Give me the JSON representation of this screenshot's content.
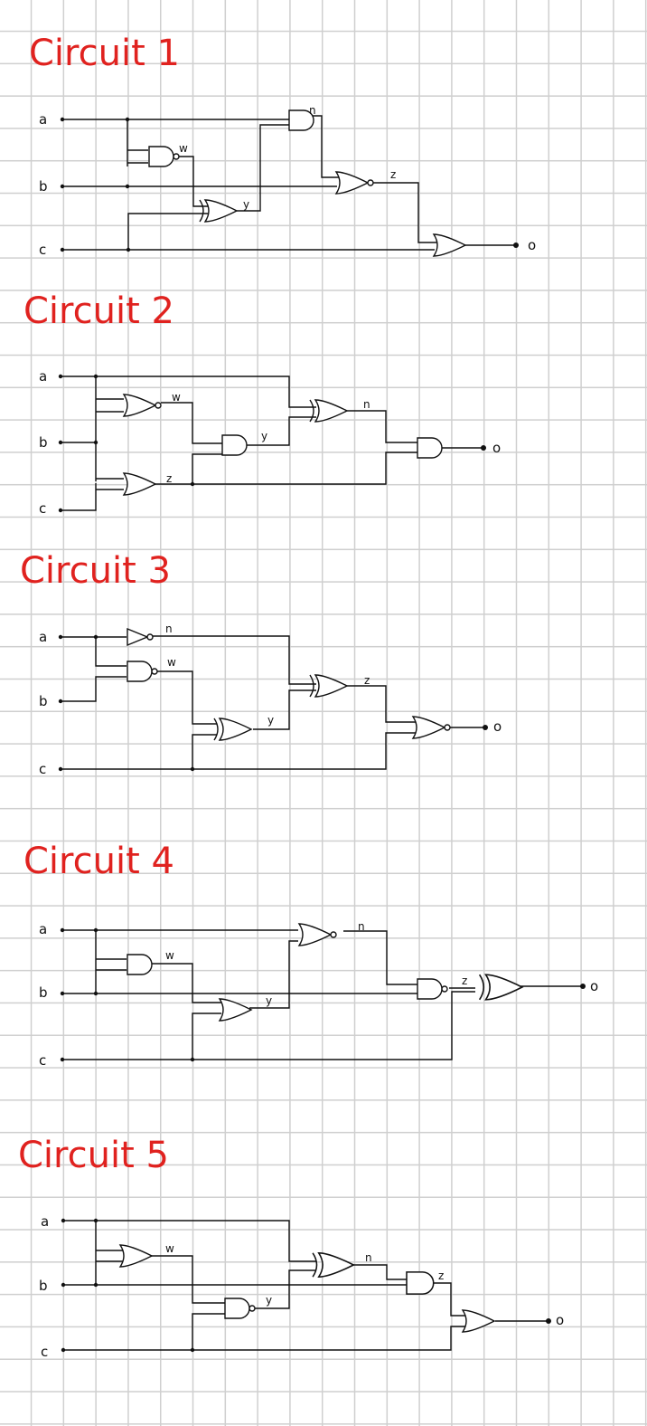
{
  "circuits": [
    {
      "title": "Circuit 1",
      "inputs": [
        "a",
        "b",
        "c"
      ],
      "output": "o",
      "gates": [
        {
          "type": "NAND",
          "out": "w"
        },
        {
          "type": "XOR",
          "out": "y"
        },
        {
          "type": "AND",
          "out": "n"
        },
        {
          "type": "NOR",
          "out": "z"
        },
        {
          "type": "OR",
          "out": "o"
        }
      ]
    },
    {
      "title": "Circuit 2",
      "inputs": [
        "a",
        "b",
        "c"
      ],
      "output": "o",
      "gates": [
        {
          "type": "NOR",
          "out": "w"
        },
        {
          "type": "OR",
          "out": "z"
        },
        {
          "type": "AND",
          "out": "y"
        },
        {
          "type": "XOR",
          "out": "n"
        },
        {
          "type": "AND",
          "out": "o"
        }
      ]
    },
    {
      "title": "Circuit 3",
      "inputs": [
        "a",
        "b",
        "c"
      ],
      "output": "o",
      "gates": [
        {
          "type": "NOT",
          "out": "n"
        },
        {
          "type": "NAND",
          "out": "w"
        },
        {
          "type": "XOR",
          "out": "y"
        },
        {
          "type": "XOR",
          "out": "z"
        },
        {
          "type": "NOR",
          "out": "o"
        }
      ]
    },
    {
      "title": "Circuit 4",
      "inputs": [
        "a",
        "b",
        "c"
      ],
      "output": "o",
      "gates": [
        {
          "type": "AND",
          "out": "w"
        },
        {
          "type": "NOR",
          "out": "n"
        },
        {
          "type": "OR",
          "out": "y"
        },
        {
          "type": "NAND",
          "out": "z"
        },
        {
          "type": "XOR",
          "out": "o"
        }
      ]
    },
    {
      "title": "Circuit 5",
      "inputs": [
        "a",
        "b",
        "c"
      ],
      "output": "o",
      "gates": [
        {
          "type": "OR",
          "out": "w"
        },
        {
          "type": "NAND",
          "out": "y"
        },
        {
          "type": "XOR",
          "out": "n"
        },
        {
          "type": "AND",
          "out": "z"
        },
        {
          "type": "OR",
          "out": "o"
        }
      ]
    }
  ]
}
